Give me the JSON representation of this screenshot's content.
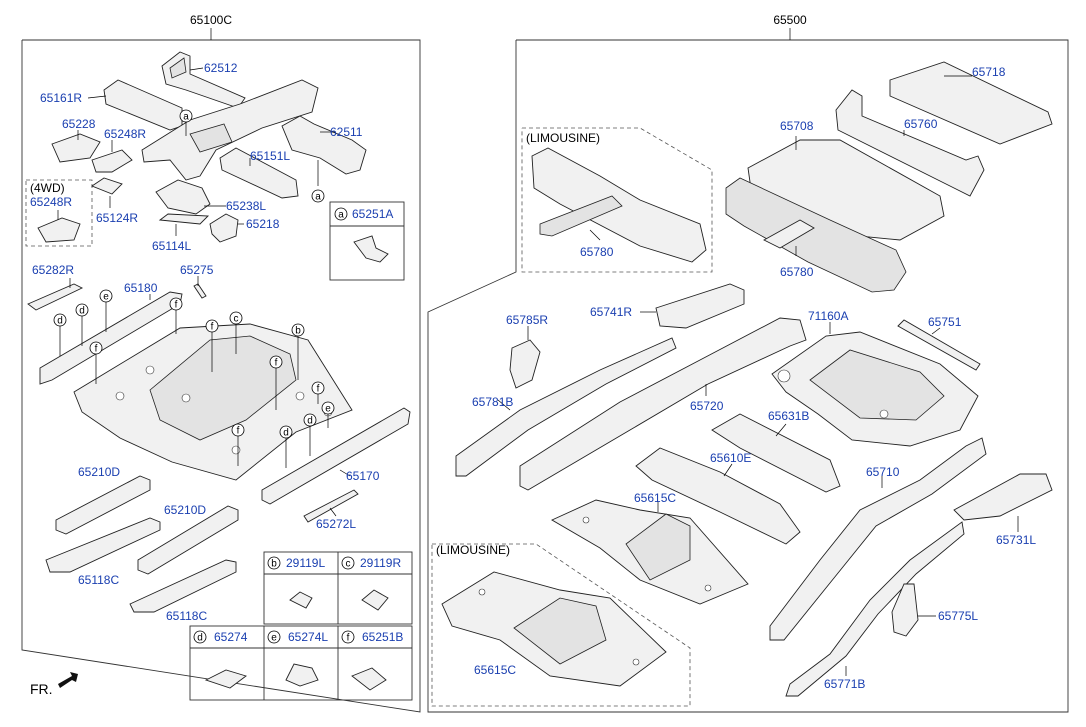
{
  "assemblies": {
    "front": "65100C",
    "rear": "65500"
  },
  "group_labels": {
    "wd4": "(4WD)",
    "limousine_top": "(LIMOUSINE)",
    "limousine_bottom": "(LIMOUSINE)"
  },
  "parts_front": {
    "p62512": "62512",
    "p65161R": "65161R",
    "p65228": "65228",
    "p65248R_top": "65248R",
    "p62511": "62511",
    "p65151L": "65151L",
    "p65248R_4wd": "65248R",
    "p65124R": "65124R",
    "p65238L": "65238L",
    "p65218": "65218",
    "p65114L": "65114L",
    "p65282R": "65282R",
    "p65275": "65275",
    "p65180": "65180",
    "p65210D_a": "65210D",
    "p65170": "65170",
    "p65210D_b": "65210D",
    "p65272L": "65272L",
    "p65118C_a": "65118C",
    "p65118C_b": "65118C"
  },
  "parts_rear": {
    "p65718": "65718",
    "p65708": "65708",
    "p65760": "65760",
    "p65780_a": "65780",
    "p65780_b": "65780",
    "p65785R": "65785R",
    "p65741R": "65741R",
    "p71160A": "71160A",
    "p65751": "65751",
    "p65781B": "65781B",
    "p65720": "65720",
    "p65631B": "65631B",
    "p65610E": "65610E",
    "p65615C_a": "65615C",
    "p65710": "65710",
    "p65731L": "65731L",
    "p65775L": "65775L",
    "p65615C_b": "65615C",
    "p65771B": "65771B"
  },
  "callout_letters": {
    "a": "a",
    "b": "b",
    "c": "c",
    "d": "d",
    "e": "e",
    "f": "f"
  },
  "legend": {
    "a_part": "65251A",
    "b_part": "29119L",
    "c_part": "29119R",
    "d_part": "65274",
    "e_part": "65274L",
    "f_part": "65251B"
  },
  "orientation": "FR."
}
